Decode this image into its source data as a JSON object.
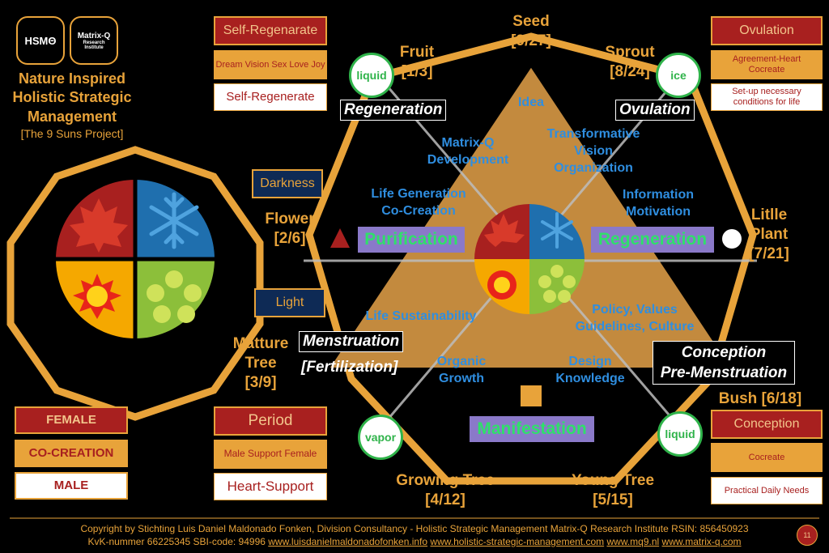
{
  "logos": {
    "hsm": "HSMΘ",
    "matrix_title": "Matrix-Q",
    "matrix_sub1": "Research",
    "matrix_sub2": "Institute"
  },
  "title": {
    "line1": "Nature Inspired",
    "line2": "Holistic Strategic",
    "line3": "Management",
    "subtitle": "[The 9 Suns Project]"
  },
  "left_boxes": {
    "female": "FEMALE",
    "cocreation": "CO-CREATION",
    "male": "MALE"
  },
  "darkness": "Darkness",
  "light": "Light",
  "top_left_boxes": {
    "red": "Self-Regenarate",
    "gold": "Dream Vision Sex Love Joy",
    "white": "Self-Regenerate"
  },
  "top_right_boxes": {
    "red": "Ovulation",
    "gold": "Agreement-Heart Cocreate",
    "white": "Set-up necessary conditions for life"
  },
  "bottom_left_boxes": {
    "red": "Period",
    "gold": "Male Support Female",
    "white": "Heart-Support"
  },
  "bottom_right_boxes": {
    "red": "Conception",
    "gold": "Cocreate",
    "white": "Practical Daily Needs"
  },
  "stages": {
    "seed": {
      "name": "Seed",
      "num": "[9/27]"
    },
    "fruit": {
      "name": "Fruit",
      "num": "[1/3]"
    },
    "sprout": {
      "name": "Sprout",
      "num": "[8/24]"
    },
    "flower": {
      "name": "Flower",
      "num": "[2/6]"
    },
    "little_plant": {
      "name1": "Litlle",
      "name2": "Plant",
      "num": "[7/21]"
    },
    "matture_tree": {
      "name1": "Matture",
      "name2": "Tree",
      "num": "[3/9]"
    },
    "bush": {
      "name": "Bush [6/18]"
    },
    "growing_tree": {
      "name": "Growing Tree",
      "num": "[4/12]"
    },
    "young_tree": {
      "name": "Young Tree",
      "num": "[5/15]"
    }
  },
  "bubbles": {
    "liquid_top": "liquid",
    "ice": "ice",
    "vapor": "vapor",
    "liquid_bottom": "liquid"
  },
  "phases": {
    "regeneration_top": "Regeneration",
    "ovulation": "Ovulation",
    "menstruation": "Menstruation",
    "fertilization": "[Fertilization]",
    "conception": "Conception",
    "pre_menstruation": "Pre-Menstruation"
  },
  "purple": {
    "purification": "Purification",
    "regeneration": "Regeneration",
    "manifestation": "Manifestation"
  },
  "blue_labels": {
    "idea": "Idea",
    "mq_dev1": "Matrix-Q",
    "mq_dev2": "Development",
    "tvo1": "Transformative",
    "tvo2": "Vision",
    "tvo3": "Organization",
    "lgc1": "Life Generation",
    "lgc2": "Co-Creation",
    "im1": "Information",
    "im2": "Motivation",
    "life_sust": "Life Sustainability",
    "pv1": "Policy, Values",
    "pv2": "Guidelines, Culture",
    "og1": "Organic",
    "og2": "Growth",
    "dk1": "Design",
    "dk2": "Knowledge"
  },
  "footer": {
    "line1": "Copyright by Stichting Luis Daniel Maldonado Fonken, Division Consultancy - Holistic Strategic Management Matrix-Q Research Institute  RSIN: 856450923",
    "line2_prefix": "KvK-nummer 66225345  SBI-code: 94996",
    "link1": "www.luisdanielmaldonadofonken.info",
    "link2": "www.holistic-strategic-management.com",
    "link3": "www.mq9.nl",
    "link4": "www.matrix-q.com",
    "page": "11"
  },
  "colors": {
    "gold": "#e8a33a",
    "red": "#a8201f",
    "blue": "#1f6fae",
    "green": "#8cbf3a",
    "yellow": "#f5a800",
    "purple": "#8a79c9",
    "text_blue": "#2f8ee0"
  }
}
